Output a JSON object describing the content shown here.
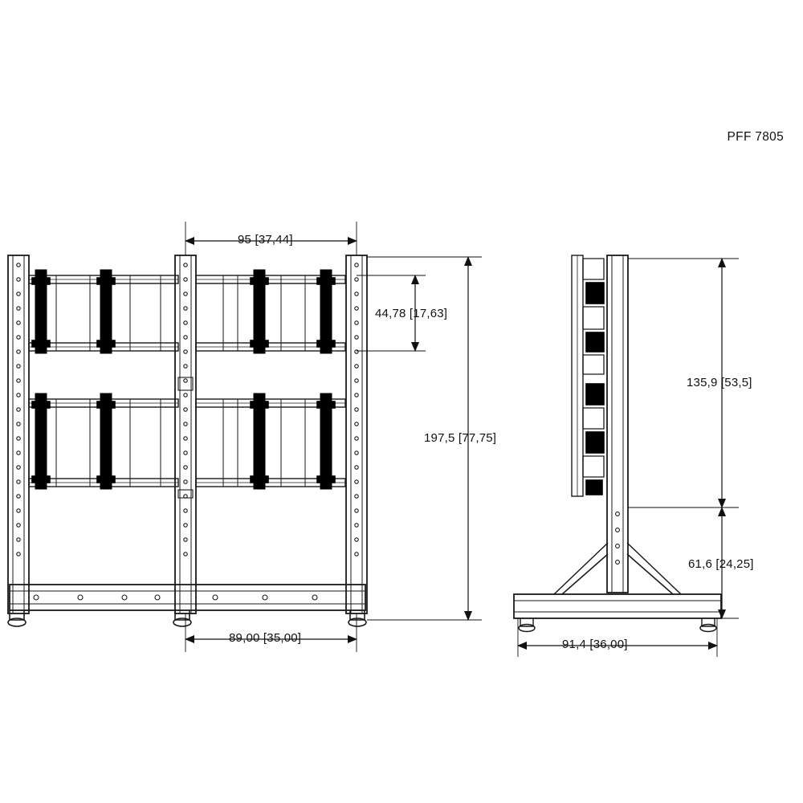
{
  "drawing": {
    "part_code": "PFF 7805",
    "title": "",
    "views": [
      {
        "name": "front-view",
        "label": ""
      },
      {
        "name": "side-view",
        "label": ""
      }
    ]
  },
  "dimensions": {
    "front": {
      "screen_width": "95 [37,44]",
      "screen_height": "44,78 [17,63]",
      "total_height": "197,5 [77,75]",
      "base_width": "89,00 [35,00]"
    },
    "side": {
      "upper_height": "135,9 [53,5]",
      "lower_height": "61,6 [24,25]",
      "base_depth": "91,4 [36,00]"
    }
  },
  "colors": {
    "line": "#1a1a1a",
    "background": "#ffffff",
    "fill_dark": "#000000"
  },
  "units": {
    "primary": "cm",
    "secondary": "in"
  }
}
